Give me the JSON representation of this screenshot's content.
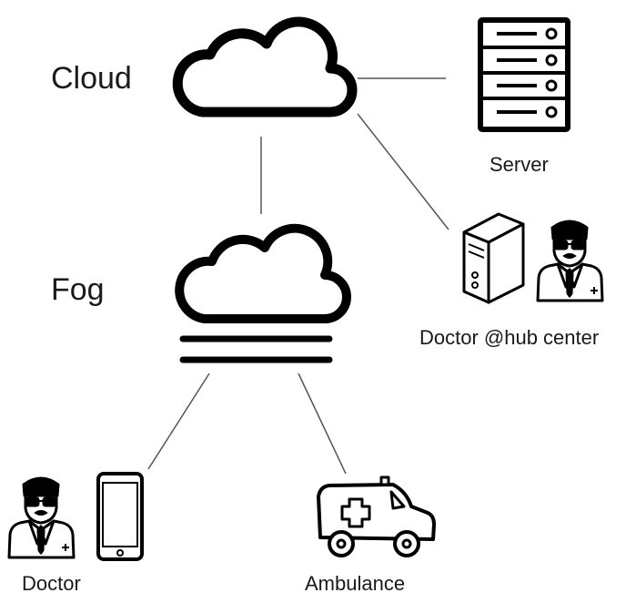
{
  "labels": {
    "cloud": "Cloud",
    "fog": "Fog",
    "server": "Server",
    "doctor_hub": "Doctor @hub center",
    "doctor": "Doctor",
    "ambulance": "Ambulance"
  },
  "colors": {
    "stroke": "#000000",
    "line": "#555555",
    "background": "#ffffff",
    "icon_fill": "#ffffff"
  },
  "icons": {
    "cloud": "cloud-icon",
    "fog": "fog-icon",
    "server": "server-rack-icon",
    "desktop": "desktop-tower-icon",
    "doctor": "doctor-icon",
    "phone": "smartphone-icon",
    "ambulance": "ambulance-icon"
  }
}
